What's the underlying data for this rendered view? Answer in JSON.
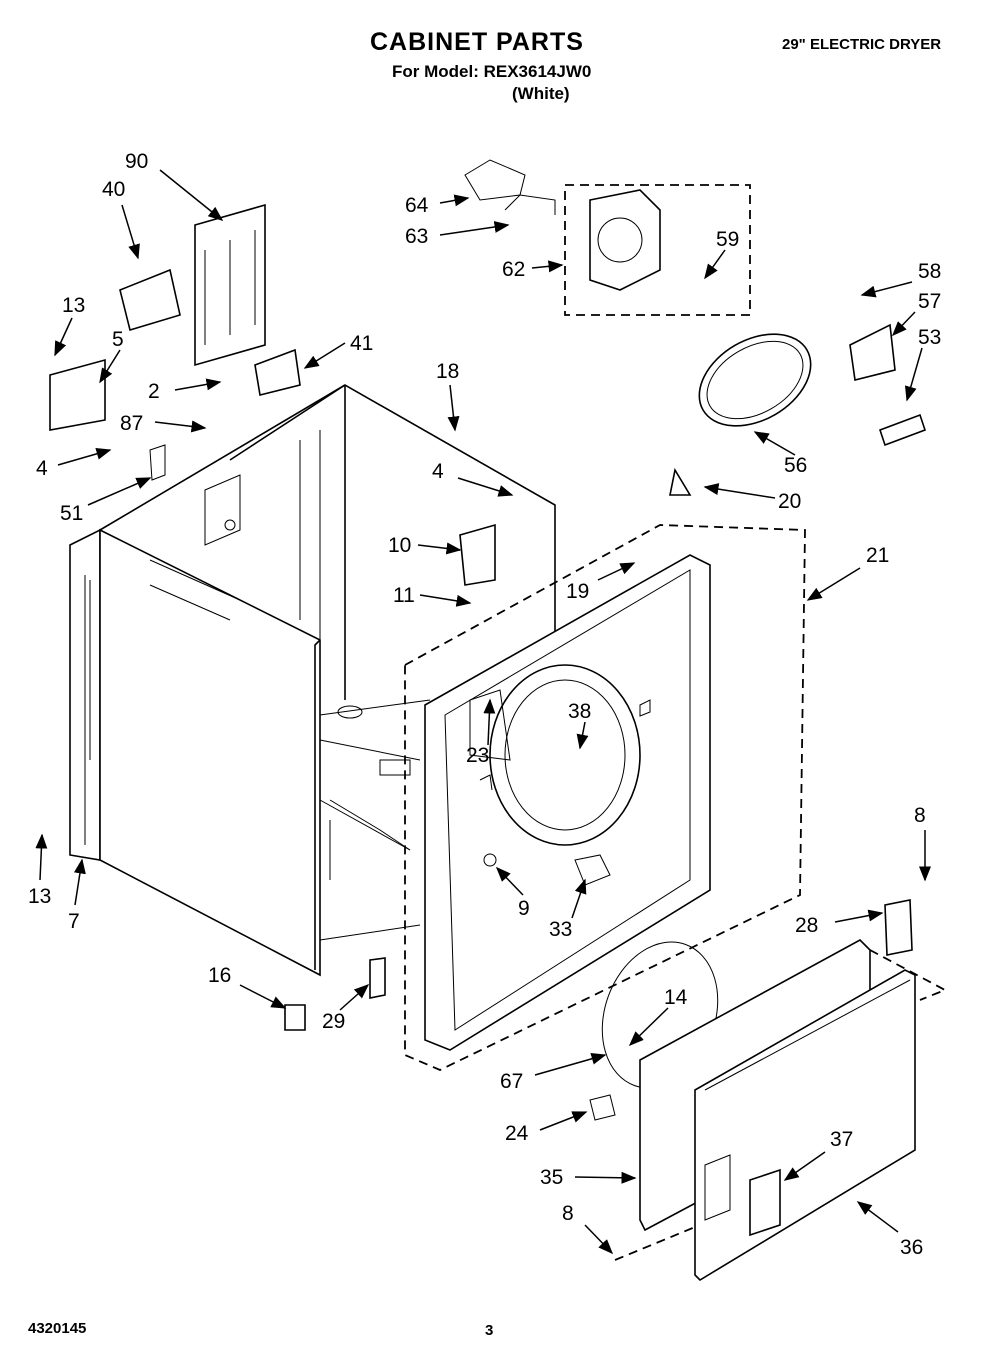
{
  "header": {
    "title": "CABINET PARTS",
    "subtitle": "For Model: REX3614JW0",
    "variant": "(White)",
    "product": "29\" ELECTRIC DRYER"
  },
  "footer": {
    "doc_number": "4320145",
    "page_number": "3"
  },
  "callouts": [
    "90",
    "40",
    "13",
    "5",
    "2",
    "41",
    "87",
    "4",
    "51",
    "18",
    "64",
    "63",
    "62",
    "59",
    "58",
    "57",
    "53",
    "56",
    "4",
    "20",
    "10",
    "11",
    "19",
    "21",
    "38",
    "23",
    "13",
    "7",
    "9",
    "33",
    "8",
    "28",
    "16",
    "29",
    "14",
    "67",
    "24",
    "37",
    "35",
    "8",
    "36"
  ]
}
